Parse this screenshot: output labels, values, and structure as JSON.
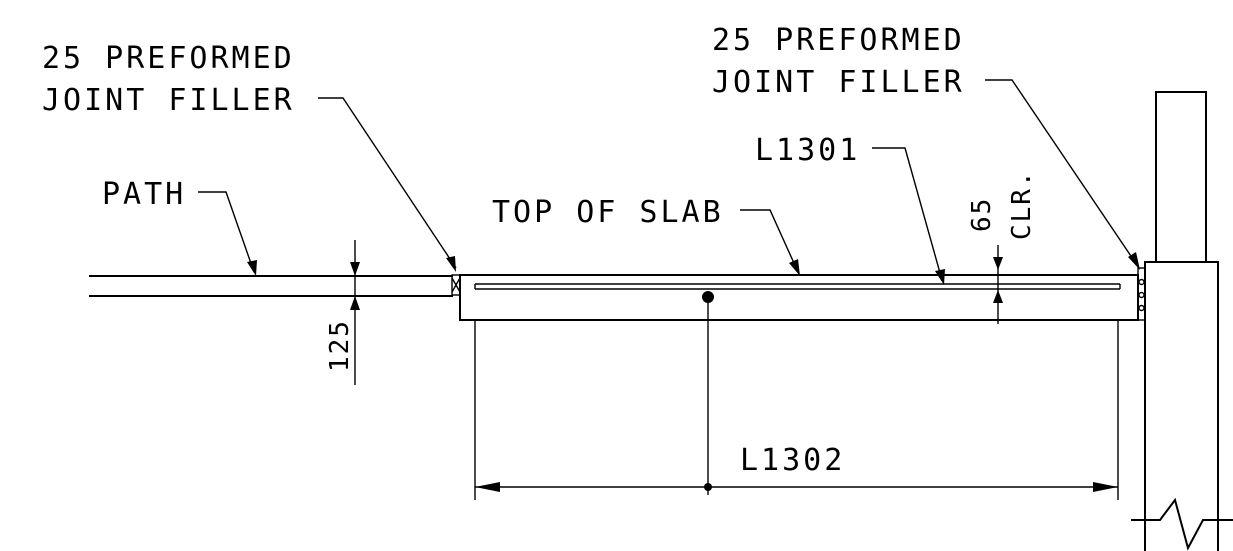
{
  "labels": {
    "left_filler_line1": "25 PREFORMED",
    "left_filler_line2": "JOINT FILLER",
    "right_filler_line1": "25 PREFORMED",
    "right_filler_line2": "JOINT FILLER",
    "path": "PATH",
    "top_of_slab": "TOP OF SLAB",
    "rebar_top": "L1301",
    "rebar_bottom": "L1302",
    "clearance_value": "65",
    "clearance_unit": "CLR.",
    "path_thickness": "125"
  },
  "colors": {
    "ink": "#000000",
    "paper": "#ffffff"
  }
}
